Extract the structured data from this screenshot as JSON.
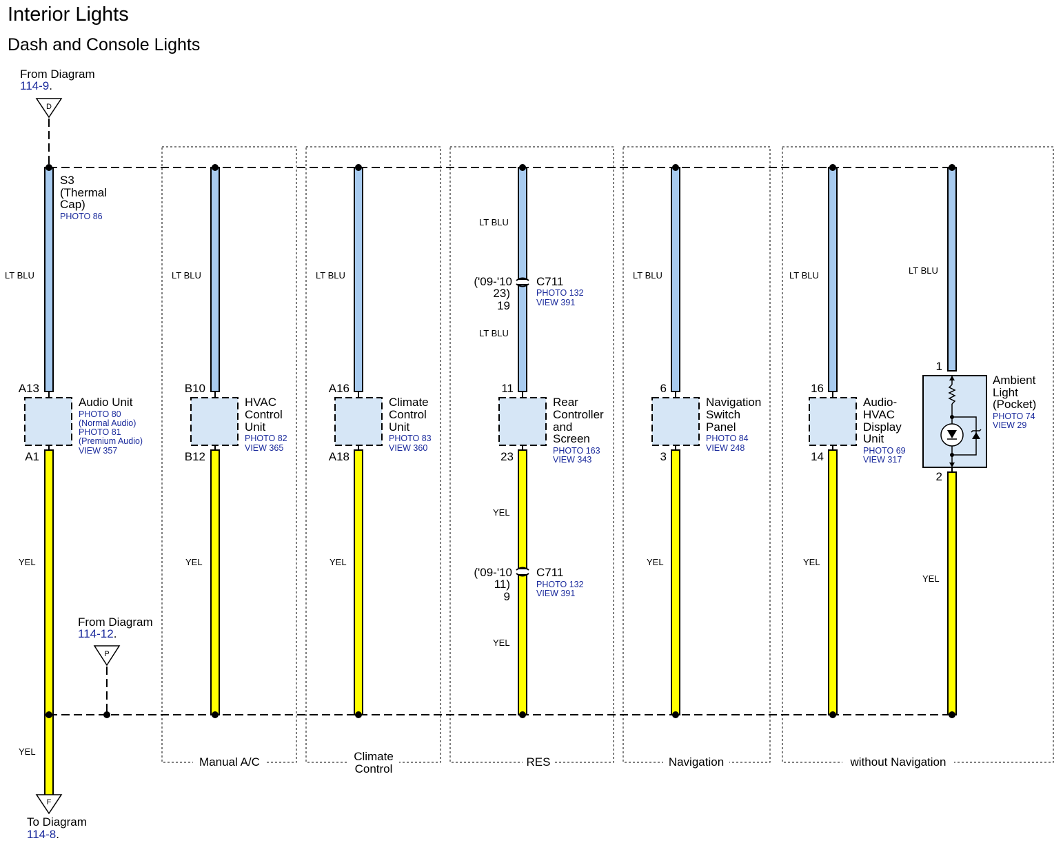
{
  "title": "Interior Lights",
  "subtitle": "Dash and Console Lights",
  "colors": {
    "lt_blu": "#a8cbef",
    "yel": "#ffff00",
    "component_fill": "#d6e6f6",
    "ref_text": "#1a2a9c"
  },
  "top_link": {
    "line1": "From Diagram",
    "ref": "114-9",
    "dot": ".",
    "letter": "D"
  },
  "mid_link": {
    "line1": "From Diagram",
    "ref": "114-12",
    "dot": ".",
    "letter": "P"
  },
  "bottom_link": {
    "line1": "To Diagram",
    "ref": "114-8",
    "dot": ".",
    "letter": "F"
  },
  "splice": {
    "id": "S3",
    "line2": "(Thermal",
    "line3": "Cap)",
    "photo": "PHOTO 86"
  },
  "wire_labels": {
    "lt_blu": "LT BLU",
    "yel": "YEL"
  },
  "groups": [
    {
      "label": "Manual A/C"
    },
    {
      "label": "Climate",
      "label2": "Control"
    },
    {
      "label": "RES"
    },
    {
      "label": "Navigation"
    },
    {
      "label": "without Navigation"
    }
  ],
  "components": [
    {
      "pin_top": "A13",
      "pin_bottom": "A1",
      "name": [
        "Audio Unit"
      ],
      "refs": [
        "PHOTO 80",
        "(Normal Audio)",
        "PHOTO 81",
        "(Premium Audio)",
        "VIEW 357"
      ]
    },
    {
      "pin_top": "B10",
      "pin_bottom": "B12",
      "name": [
        "HVAC",
        "Control",
        "Unit"
      ],
      "refs": [
        "PHOTO 82",
        "VIEW 365"
      ]
    },
    {
      "pin_top": "A16",
      "pin_bottom": "A18",
      "name": [
        "Climate",
        "Control",
        "Unit"
      ],
      "refs": [
        "PHOTO 83",
        "VIEW 360"
      ]
    },
    {
      "pin_top": "11",
      "pin_bottom": "23",
      "name": [
        "Rear",
        "Controller",
        "and",
        "Screen"
      ],
      "refs": [
        "PHOTO 163",
        "VIEW 343"
      ]
    },
    {
      "pin_top": "6",
      "pin_bottom": "3",
      "name": [
        "Navigation",
        "Switch",
        "Panel"
      ],
      "refs": [
        "PHOTO 84",
        "VIEW 248"
      ]
    },
    {
      "pin_top": "16",
      "pin_bottom": "14",
      "name": [
        "Audio-",
        "HVAC",
        "Display",
        "Unit"
      ],
      "refs": [
        "PHOTO 69",
        "VIEW 317"
      ]
    },
    {
      "pin_top": "1",
      "pin_bottom": "2",
      "name": [
        "Ambient",
        "Light",
        "(Pocket)"
      ],
      "refs": [
        "PHOTO 74",
        "VIEW 29"
      ]
    }
  ],
  "connectors": [
    {
      "id": "C711",
      "pins": [
        "('09-'10",
        "23)",
        "19"
      ],
      "photo": "PHOTO 132",
      "view": "VIEW 391"
    },
    {
      "id": "C711",
      "pins": [
        "('09-'10",
        "11)",
        "9"
      ],
      "photo": "PHOTO 132",
      "view": "VIEW 391"
    }
  ]
}
